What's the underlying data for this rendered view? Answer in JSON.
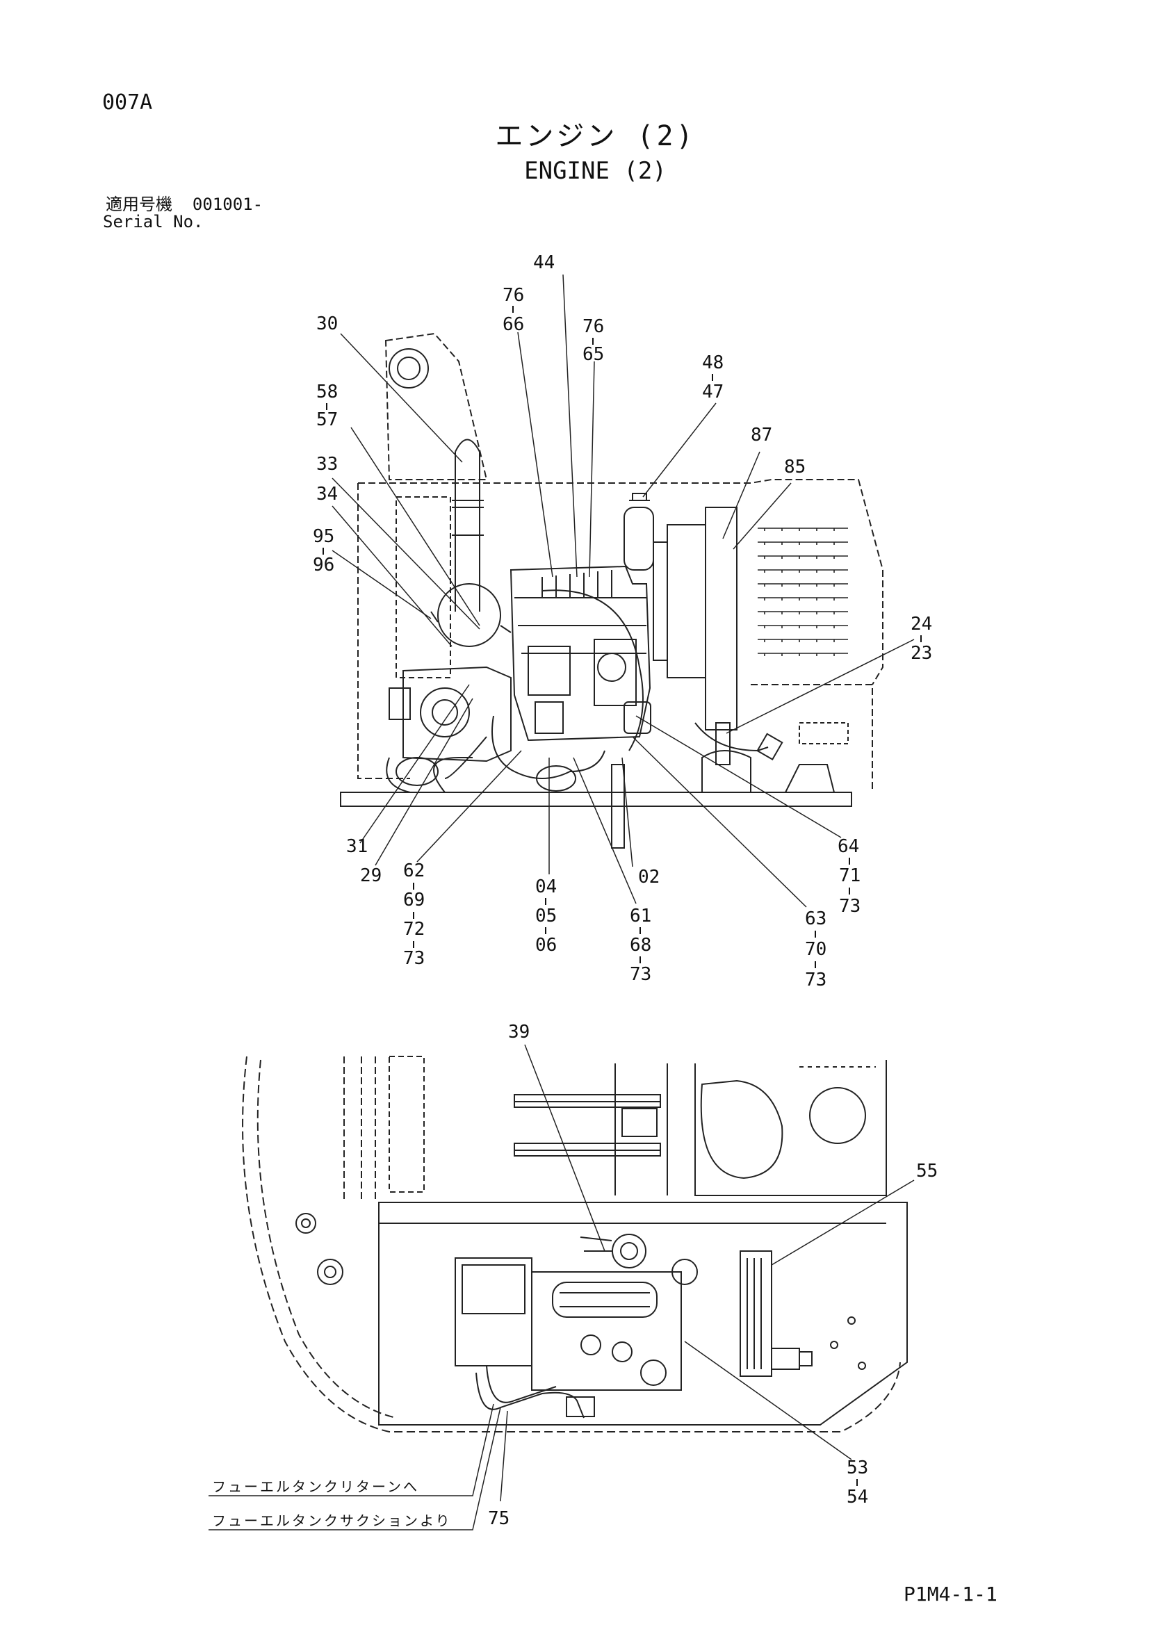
{
  "header": {
    "page_code": "007A",
    "title_jp": "エンジン (2)",
    "title_en": "ENGINE (2)",
    "serial_label_jp": "適用号機  001001-",
    "serial_label_en": "Serial No."
  },
  "footer": {
    "page_number": "P1M4-1-1"
  },
  "side_view_labels": {
    "l44": "44",
    "l76a": "76",
    "l66": "66",
    "l76b": "76",
    "l65": "65",
    "l30": "30",
    "l48": "48",
    "l47": "47",
    "l58": "58",
    "l57": "57",
    "l87": "87",
    "l33": "33",
    "l85": "85",
    "l34": "34",
    "l95": "95",
    "l96": "96",
    "l24": "24",
    "l23": "23",
    "l31": "31",
    "l64": "64",
    "l71": "71",
    "l73a": "73",
    "l29": "29",
    "l62": "62",
    "l69": "69",
    "l72": "72",
    "l73b": "73",
    "l04": "04",
    "l05": "05",
    "l06": "06",
    "l02": "02",
    "l61": "61",
    "l68": "68",
    "l73c": "73",
    "l63": "63",
    "l70": "70",
    "l73d": "73"
  },
  "top_view_labels": {
    "l39": "39",
    "l55": "55",
    "l53": "53",
    "l54": "54",
    "l75": "75",
    "fuel_return": "フューエルタンクリターンへ",
    "fuel_suction": "フューエルタンクサクションより"
  }
}
